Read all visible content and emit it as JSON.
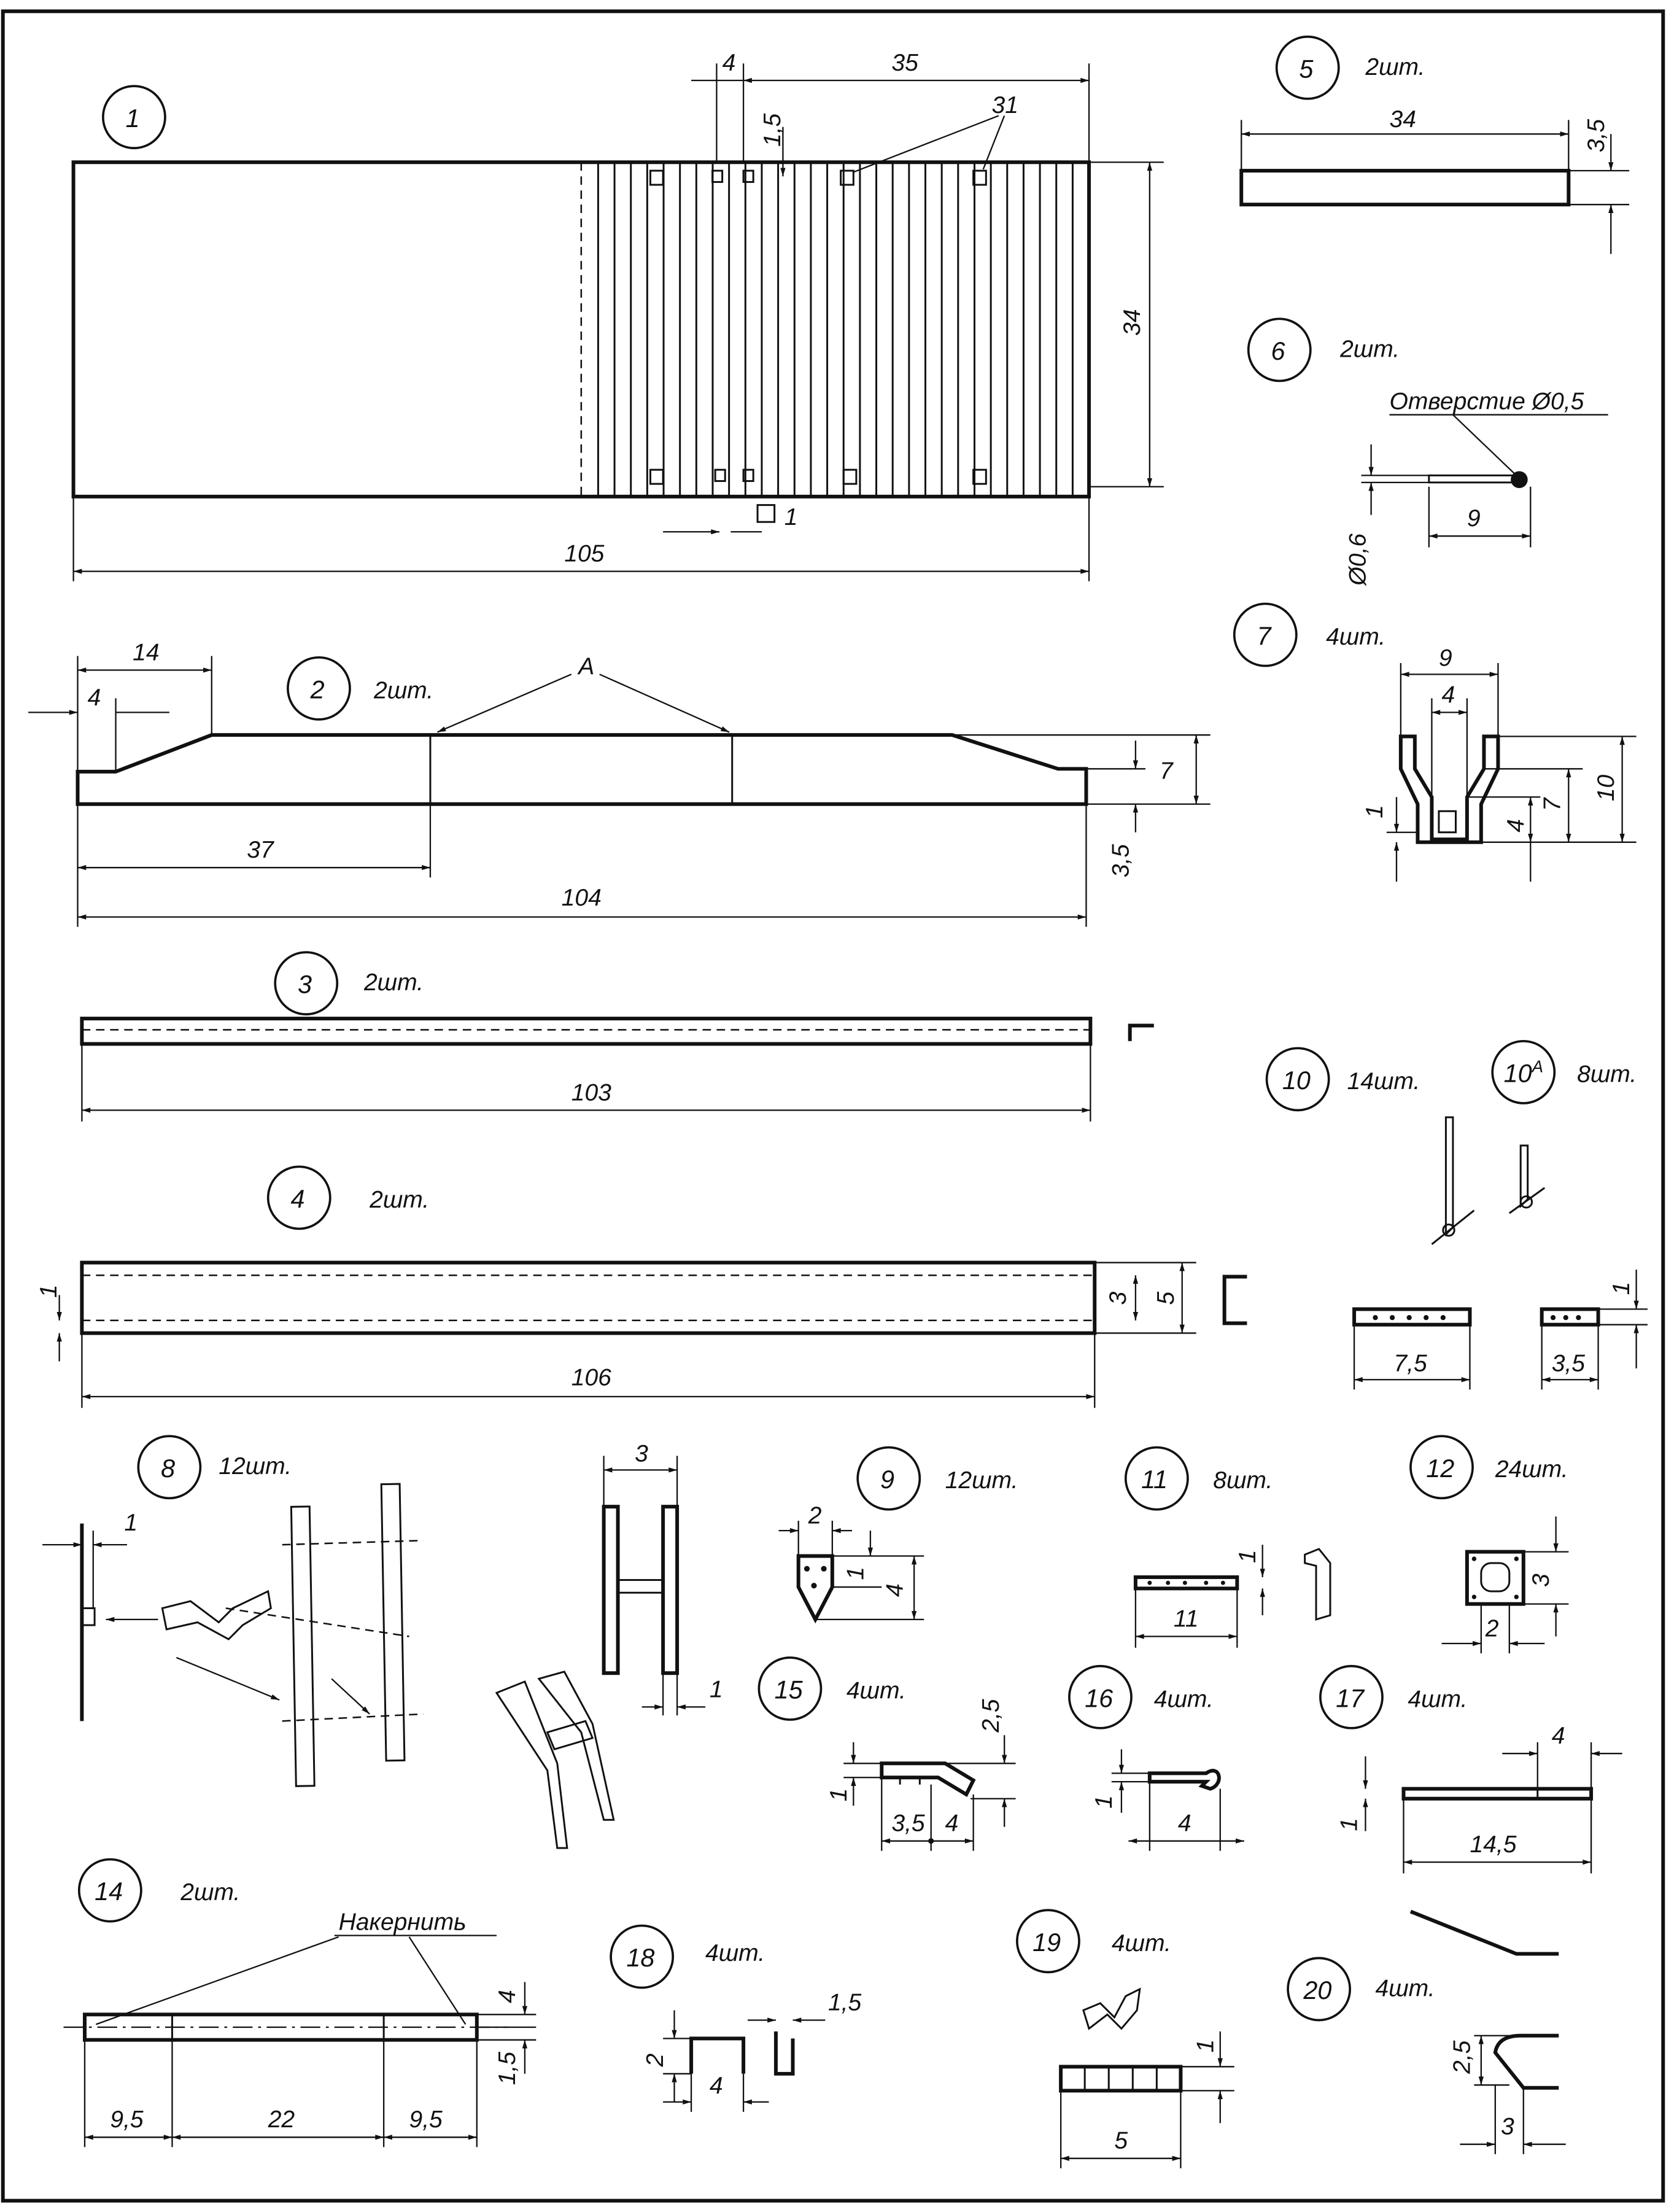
{
  "parts": {
    "p1": {
      "num": "1",
      "dims": {
        "length": "105",
        "width": "34",
        "span": "35",
        "gap": "4",
        "slot": "1,5",
        "square": "1",
        "ref": "31"
      }
    },
    "p2": {
      "num": "2",
      "qty": "2шт.",
      "dims": {
        "a": "14",
        "b": "4",
        "c": "37",
        "d": "104",
        "e": "7",
        "f": "3,5",
        "mark": "A"
      }
    },
    "p3": {
      "num": "3",
      "qty": "2шт.",
      "dims": {
        "length": "103"
      }
    },
    "p4": {
      "num": "4",
      "qty": "2шт.",
      "dims": {
        "length": "106",
        "t": "1",
        "h1": "3",
        "h2": "5"
      }
    },
    "p5": {
      "num": "5",
      "qty": "2шт.",
      "dims": {
        "length": "34",
        "h": "3,5"
      }
    },
    "p6": {
      "num": "6",
      "qty": "2шт.",
      "note": "Отверстие Ø0,5",
      "dims": {
        "length": "9",
        "d": "Ø0,6"
      }
    },
    "p7": {
      "num": "7",
      "qty": "4шт.",
      "dims": {
        "w": "9",
        "inner": "4",
        "h1": "7",
        "h2": "10",
        "h3": "4",
        "t": "1"
      }
    },
    "p10": {
      "num": "10",
      "qty": "14шт.",
      "dims": {
        "length": "7,5"
      }
    },
    "p10a": {
      "num": "10",
      "sup": "A",
      "qty": "8шт.",
      "dims": {
        "length": "3,5",
        "t": "1"
      }
    },
    "p8": {
      "num": "8",
      "qty": "12шт.",
      "dims": {
        "t": "1",
        "w": "3",
        "t2": "1"
      }
    },
    "p9": {
      "num": "9",
      "qty": "12шт.",
      "dims": {
        "w": "2",
        "a": "1",
        "h": "4"
      }
    },
    "p11": {
      "num": "11",
      "qty": "8шт.",
      "dims": {
        "length": "11",
        "t": "1"
      }
    },
    "p12": {
      "num": "12",
      "qty": "24шт.",
      "dims": {
        "h": "3",
        "w": "2"
      }
    },
    "p15": {
      "num": "15",
      "qty": "4шт.",
      "dims": {
        "h": "2,5",
        "t": "1",
        "a": "3,5",
        "b": "4"
      }
    },
    "p16": {
      "num": "16",
      "qty": "4шт.",
      "dims": {
        "t": "1",
        "length": "4"
      }
    },
    "p17": {
      "num": "17",
      "qty": "4шт.",
      "dims": {
        "a": "4",
        "t": "1",
        "length": "14,5"
      }
    },
    "p14": {
      "num": "14",
      "qty": "2шт.",
      "note": "Накернить",
      "dims": {
        "h": "4",
        "t": "1,5",
        "a": "9,5",
        "b": "22",
        "c": "9,5"
      }
    },
    "p18": {
      "num": "18",
      "qty": "4шт.",
      "dims": {
        "t": "1,5",
        "h": "2",
        "w": "4"
      }
    },
    "p19": {
      "num": "19",
      "qty": "4шт.",
      "dims": {
        "t": "1",
        "length": "5"
      }
    },
    "p20": {
      "num": "20",
      "qty": "4шт.",
      "dims": {
        "h": "2,5",
        "w": "3"
      }
    }
  }
}
